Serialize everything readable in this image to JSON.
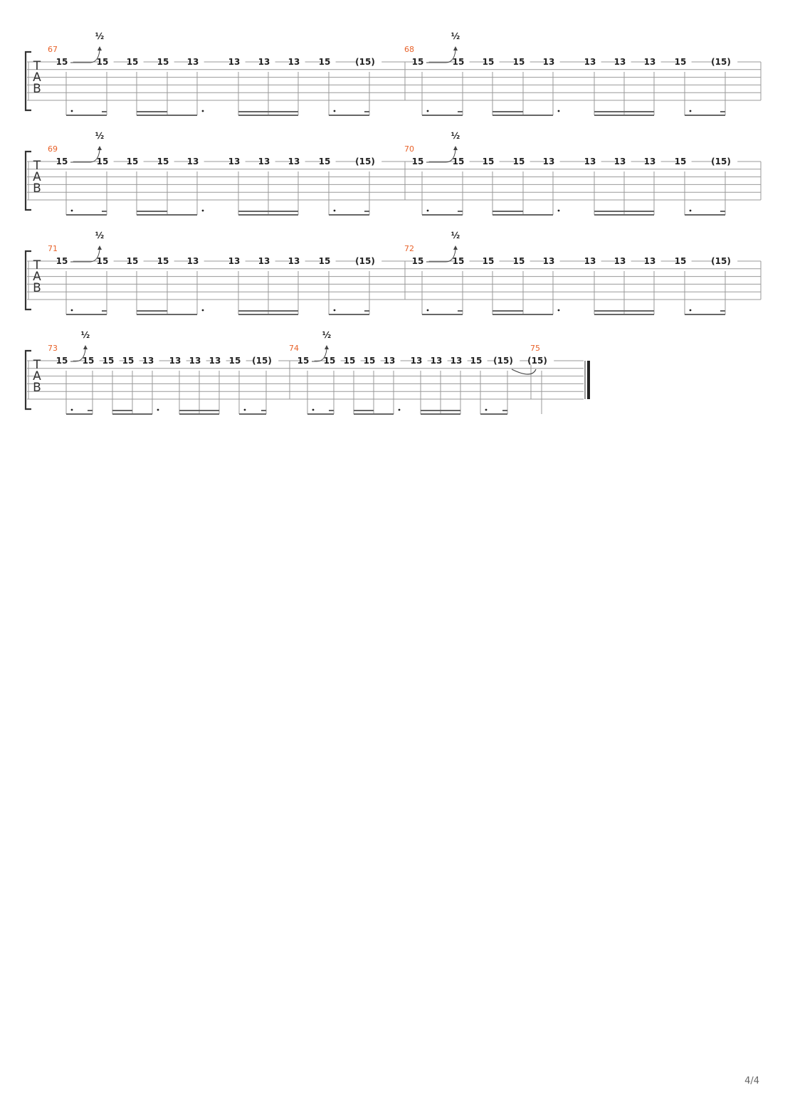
{
  "colors": {
    "measure_number": "#e8622a",
    "note": "#222222",
    "line": "#999999",
    "beam": "#666666"
  },
  "tab_clef": [
    "T",
    "A",
    "B"
  ],
  "bend_label": "½",
  "page_number": "4/4",
  "systems": [
    {
      "measures": [
        {
          "number": "67",
          "notes": [
            "15",
            "15",
            "15",
            "15",
            "13",
            "13",
            "13",
            "13",
            "15",
            "(15)"
          ],
          "bend": {
            "from": 0,
            "to": 1,
            "amount": "½"
          }
        },
        {
          "number": "68",
          "notes": [
            "15",
            "15",
            "15",
            "15",
            "13",
            "13",
            "13",
            "13",
            "15",
            "(15)"
          ],
          "bend": {
            "from": 0,
            "to": 1,
            "amount": "½"
          }
        }
      ]
    },
    {
      "measures": [
        {
          "number": "69",
          "notes": [
            "15",
            "15",
            "15",
            "15",
            "13",
            "13",
            "13",
            "13",
            "15",
            "(15)"
          ],
          "bend": {
            "from": 0,
            "to": 1,
            "amount": "½"
          }
        },
        {
          "number": "70",
          "notes": [
            "15",
            "15",
            "15",
            "15",
            "13",
            "13",
            "13",
            "13",
            "15",
            "(15)"
          ],
          "bend": {
            "from": 0,
            "to": 1,
            "amount": "½"
          }
        }
      ]
    },
    {
      "measures": [
        {
          "number": "71",
          "notes": [
            "15",
            "15",
            "15",
            "15",
            "13",
            "13",
            "13",
            "13",
            "15",
            "(15)"
          ],
          "bend": {
            "from": 0,
            "to": 1,
            "amount": "½"
          }
        },
        {
          "number": "72",
          "notes": [
            "15",
            "15",
            "15",
            "15",
            "13",
            "13",
            "13",
            "13",
            "15",
            "(15)"
          ],
          "bend": {
            "from": 0,
            "to": 1,
            "amount": "½"
          }
        }
      ]
    },
    {
      "measures": [
        {
          "number": "73",
          "notes": [
            "15",
            "15",
            "15",
            "15",
            "13",
            "13",
            "13",
            "13",
            "15",
            "(15)"
          ],
          "bend": {
            "from": 0,
            "to": 1,
            "amount": "½"
          }
        },
        {
          "number": "74",
          "notes": [
            "15",
            "15",
            "15",
            "15",
            "13",
            "13",
            "13",
            "13",
            "15",
            "(15)"
          ],
          "bend": {
            "from": 0,
            "to": 1,
            "amount": "½"
          }
        },
        {
          "number": "75",
          "notes": [
            "(15)"
          ],
          "tied_from_previous": true
        }
      ],
      "final_barline": true
    }
  ]
}
